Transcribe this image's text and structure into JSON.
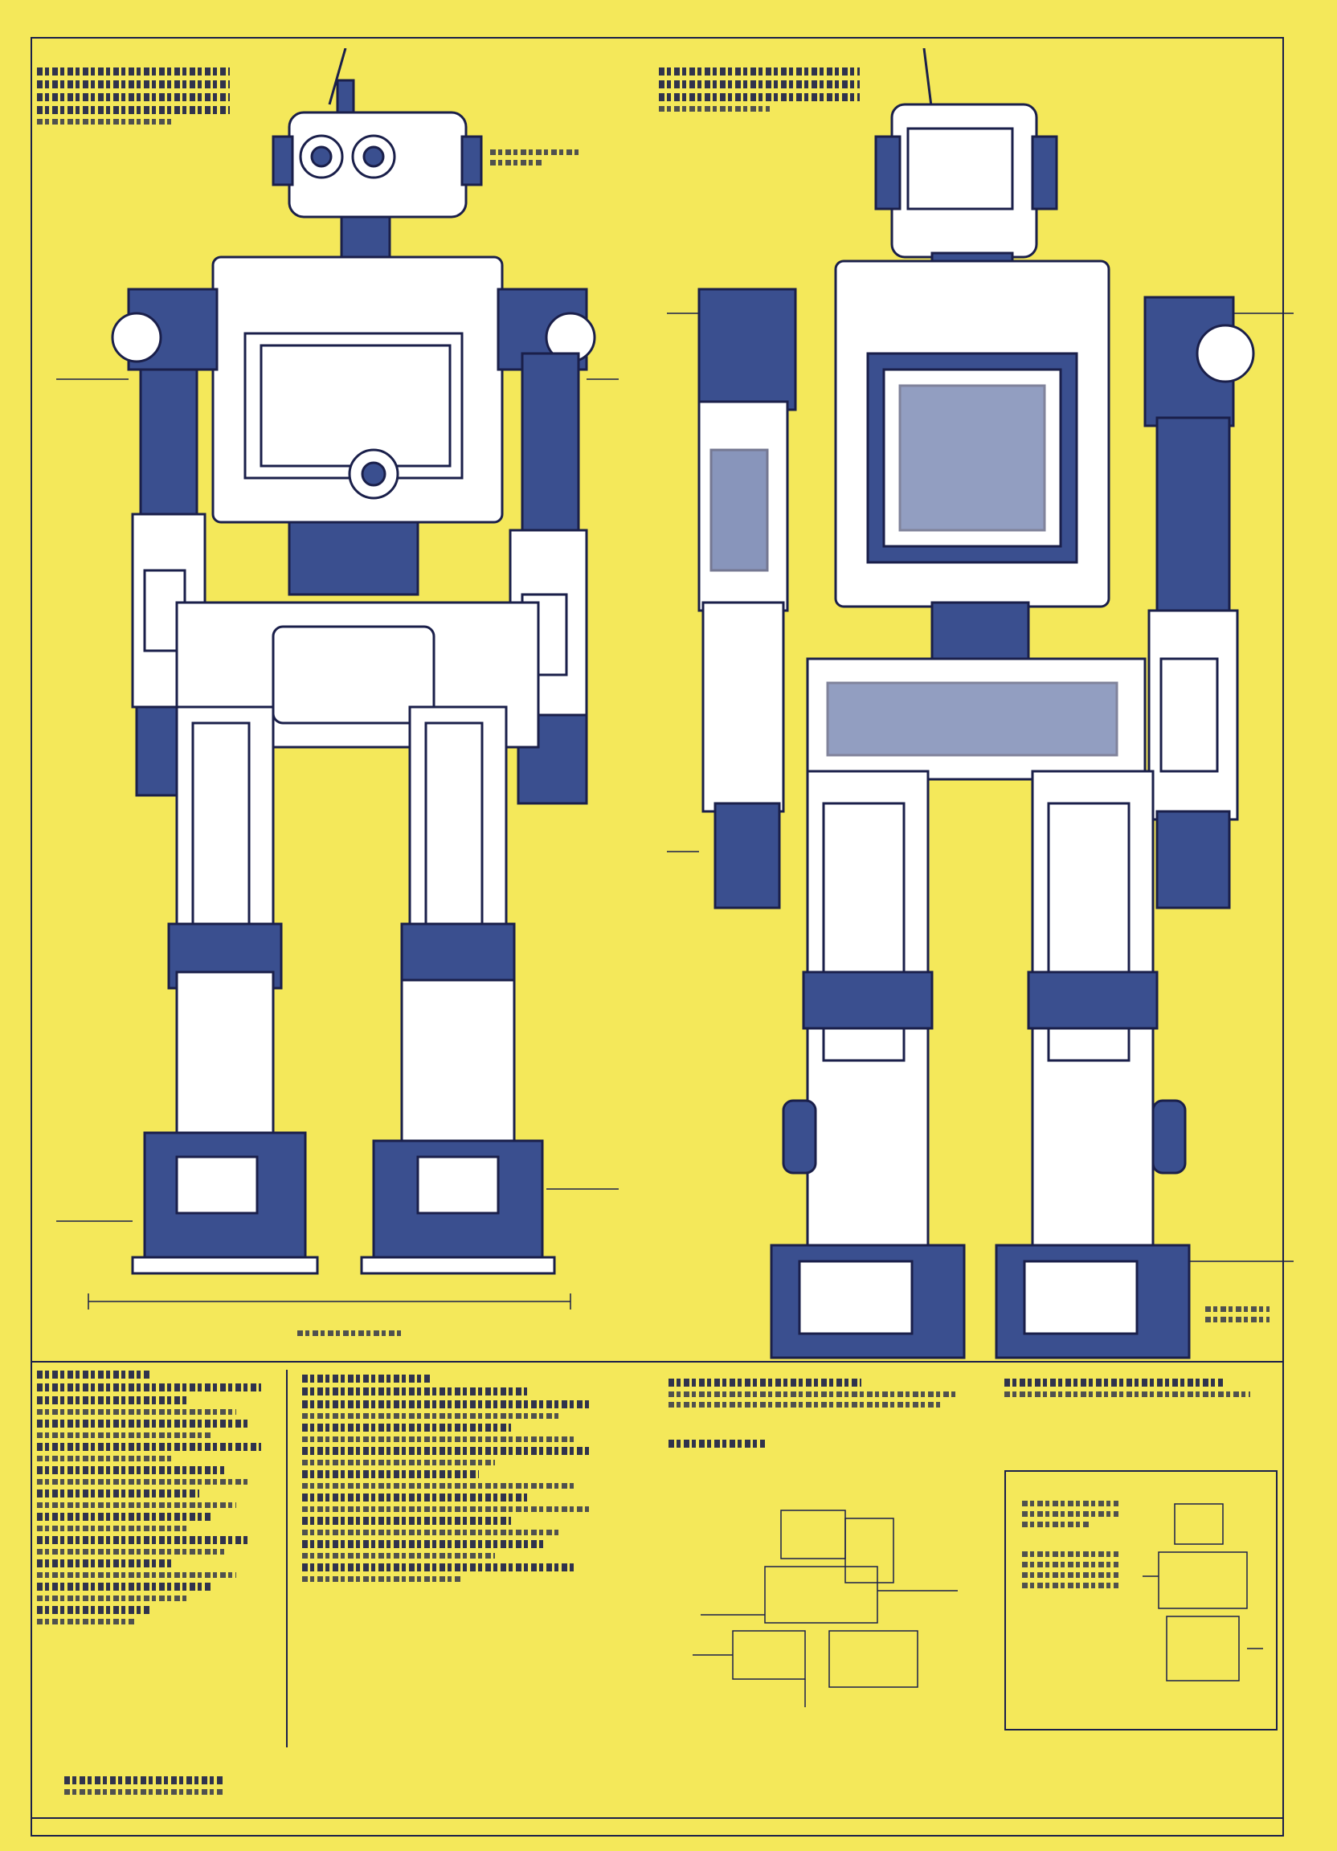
{
  "sheet": {
    "background": "#f4e85a",
    "ink": "#1a1f4a",
    "part_fill": "#ffffff",
    "detail_blue": "#3a4f8f"
  },
  "views": [
    {
      "name": "front-view"
    },
    {
      "name": "side-view"
    }
  ],
  "note_panels": [
    {
      "name": "specifications-panel",
      "lines": 22
    },
    {
      "name": "assembly-notes-panel",
      "lines": 18
    },
    {
      "name": "mechanism-detail-panel",
      "lines": 6
    },
    {
      "name": "component-detail-panel",
      "lines": 10
    }
  ]
}
